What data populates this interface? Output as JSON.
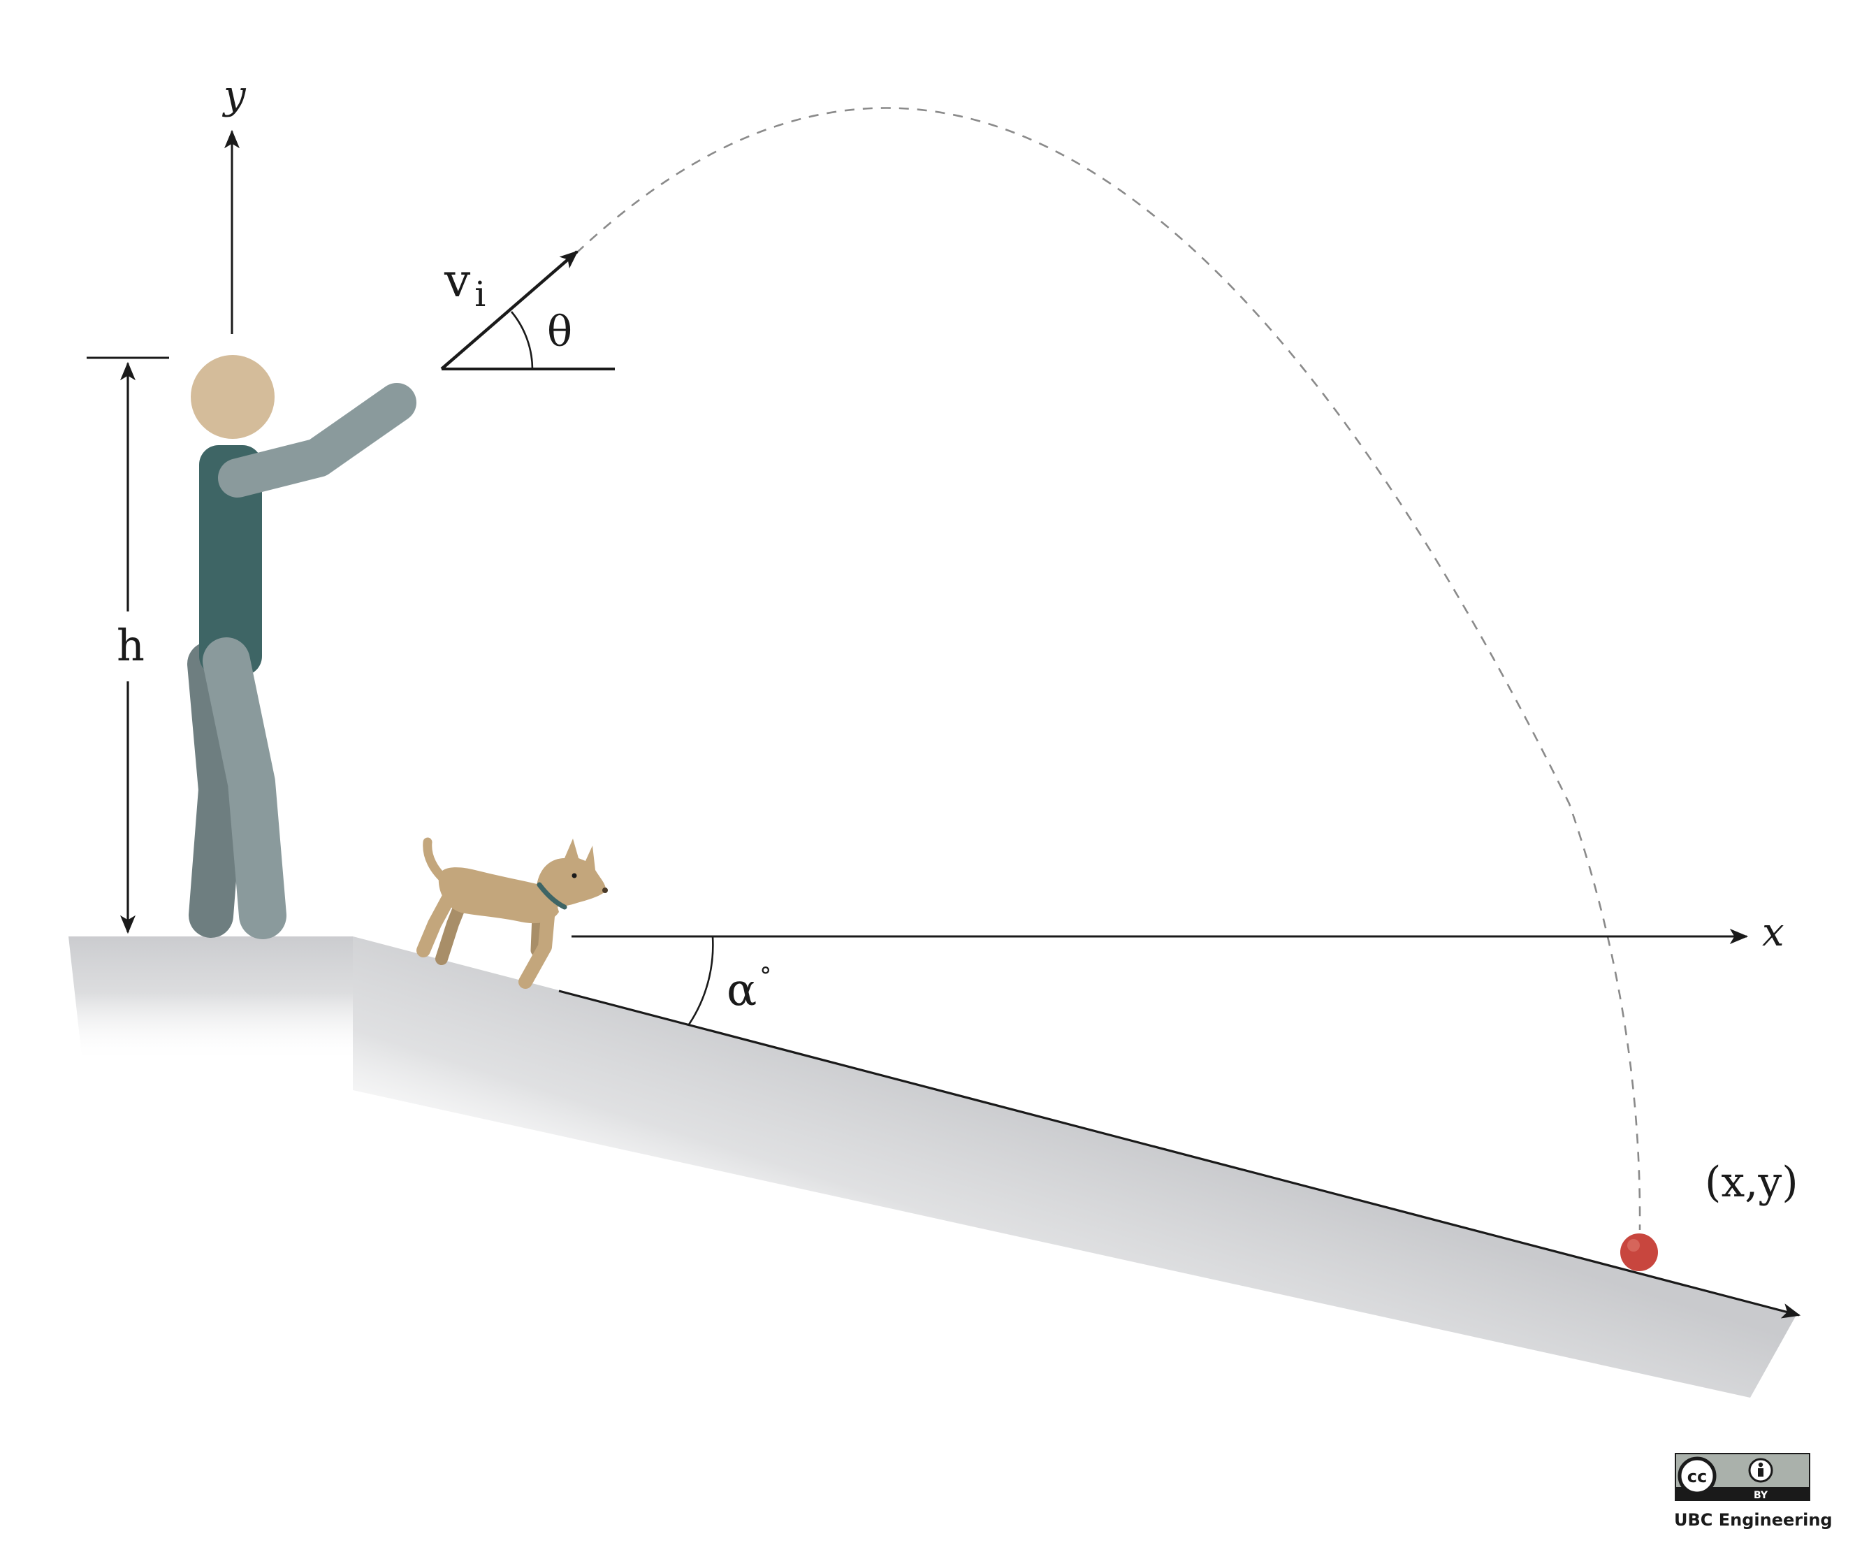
{
  "labels": {
    "y_axis": "y",
    "x_axis": "x",
    "height": "h",
    "velocity_main": "v",
    "velocity_sub": "i",
    "launch_angle": "θ",
    "slope_angle": "α",
    "slope_angle_unit": "°",
    "landing_point": "(x,y)"
  },
  "license": {
    "badge_cc": "cc",
    "badge_by": "BY",
    "credit": "UBC Engineering"
  },
  "colors": {
    "person_skin": "#d4bc9a",
    "person_shirt": "#3e6565",
    "person_limbs": "#8a9a9c",
    "person_back_leg": "#6e7e80",
    "dog_body": "#c3a67c",
    "dog_collar": "#3e6565",
    "ball": "#c8463e",
    "ground": "#d0d1d3",
    "trajectory": "#8a8a8a",
    "ink": "#1a1a1a"
  },
  "icons": {
    "person": "person-figure",
    "dog": "dog-figure",
    "ball": "ball",
    "license": "cc-by-badge"
  }
}
